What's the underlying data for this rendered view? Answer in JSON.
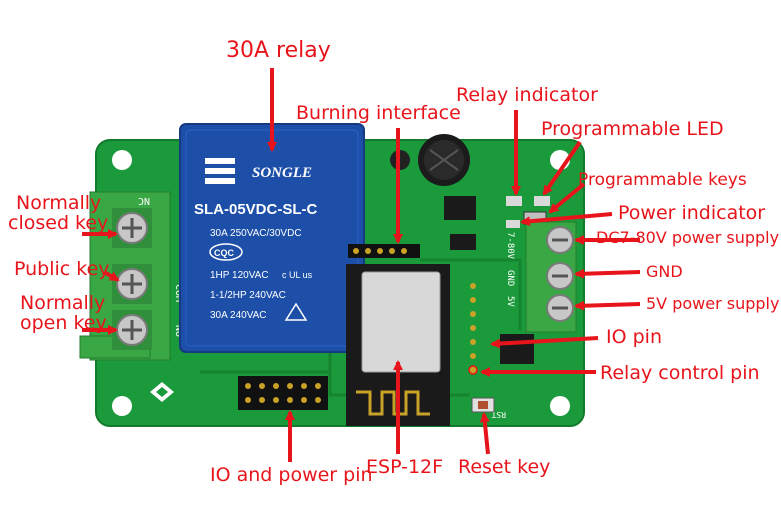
{
  "labels": {
    "relay": "30A relay",
    "burning_interface": "Burning interface",
    "relay_indicator": "Relay indicator",
    "programmable_led": "Programmable LED",
    "programmable_keys": "Programmable keys",
    "power_indicator": "Power indicator",
    "dc_supply": "DC7-80V power supply",
    "gnd": "GND",
    "five_v_supply": "5V power supply",
    "io_pin": "IO pin",
    "relay_control_pin": "Relay control pin",
    "reset_key": "Reset key",
    "esp_module": "ESP-12F",
    "io_power_pin": "IO and power pin",
    "normally_closed_key_line1": "Normally",
    "normally_closed_key_line2": "closed key",
    "public_key": "Public key",
    "normally_open_key_line1": "Normally",
    "normally_open_key_line2": "open key"
  },
  "relay_print": {
    "brand": "SONGLE",
    "model": "SLA-05VDC-SL-C",
    "rating_line1": "30A  250VAC/30VDC",
    "cqc": "CQC",
    "rating_line2": "1HP 120VAC",
    "ul": "c UL us",
    "rating_line3": "1-1/2HP 240VAC",
    "rating_line4": "30A  240VAC"
  },
  "silkscreen": {
    "terminal_com": "COM",
    "terminal_no": "NO",
    "terminal_nc": "NC",
    "power_pins": [
      "7-80V",
      "GND",
      "5V"
    ],
    "rst": "RST"
  },
  "colors": {
    "label_red": "#e8141b",
    "pcb_green": "#1a9a3a",
    "relay_blue": "#1d4fa8",
    "terminal_green": "#39a844"
  }
}
